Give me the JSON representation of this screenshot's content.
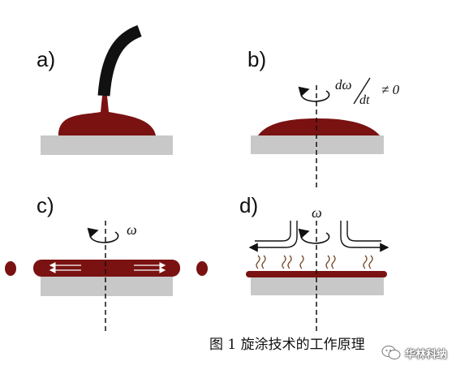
{
  "panels": {
    "a": {
      "label": "a)"
    },
    "b": {
      "label": "b)",
      "rate_numerator": "dω",
      "rate_denominator": "dt",
      "rate_relation": "≠ 0"
    },
    "c": {
      "label": "c)",
      "omega": "ω"
    },
    "d": {
      "label": "d)",
      "omega": "ω"
    }
  },
  "caption": "图 1 旋涂技术的工作原理",
  "watermark": {
    "text": "华林科纳"
  },
  "colors": {
    "fluid": "#7a1212",
    "substrate": "#c8c8c8",
    "nozzle": "#111111",
    "vapor": "#7a4a2a"
  }
}
